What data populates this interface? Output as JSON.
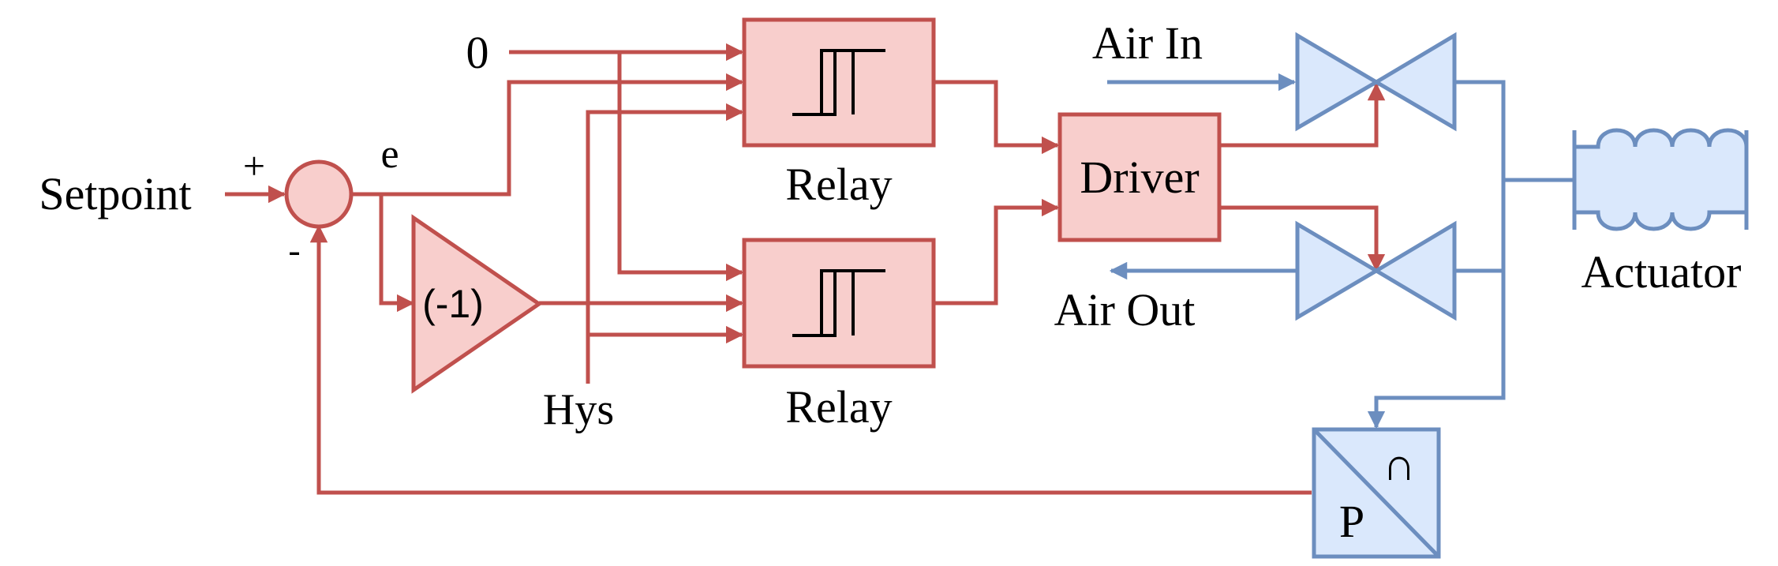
{
  "labels": {
    "setpoint": "Setpoint",
    "plus": "+",
    "minus": "-",
    "error": "e",
    "zero": "0",
    "hys": "Hys",
    "inverter": "(-1)",
    "relay_top": "Relay",
    "relay_bottom": "Relay",
    "driver": "Driver",
    "air_in": "Air In",
    "air_out": "Air Out",
    "actuator": "Actuator",
    "transducer_p": "P",
    "transducer_i": "∩"
  },
  "colors": {
    "signal": "#c0504d",
    "signal_fill": "#f8cecc",
    "pneumatic": "#6c8ebf",
    "pneumatic_fill": "#dae8fc"
  }
}
